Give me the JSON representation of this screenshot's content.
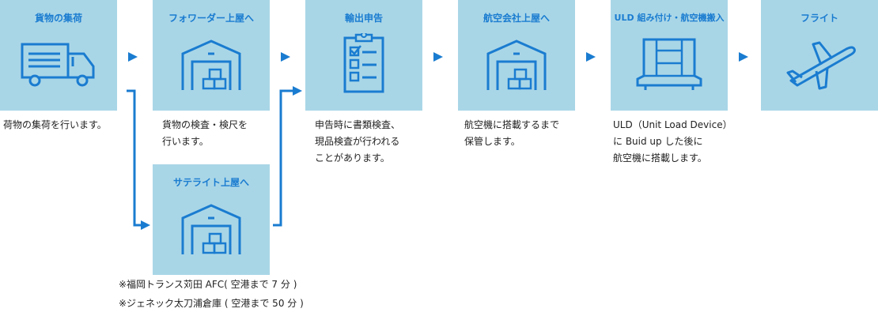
{
  "steps": [
    {
      "title": "貨物の集荷",
      "icon": "truck-icon",
      "desc": [
        "荷物の集荷を行います。"
      ]
    },
    {
      "title": "フォワーダー上屋へ",
      "icon": "warehouse-icon",
      "desc": [
        "貨物の検査・検尺を",
        "行います。"
      ]
    },
    {
      "title": "輸出申告",
      "icon": "clipboard-checklist-icon",
      "desc": [
        "申告時に書類検査、",
        "現品検査が行われる",
        "ことがあります。"
      ]
    },
    {
      "title": "航空会社上屋へ",
      "icon": "warehouse-icon",
      "desc": [
        "航空機に搭載するまで",
        "保管します。"
      ]
    },
    {
      "title": "ULD 組み付け・航空機搬入",
      "icon": "uld-container-icon",
      "desc": [
        "ULD（Unit Load Device）",
        "に Buid up した後に",
        "航空機に搭載します。"
      ]
    },
    {
      "title": "フライト",
      "icon": "airplane-icon",
      "desc": []
    }
  ],
  "satellite": {
    "title": "サテライト上屋へ",
    "icon": "warehouse-icon"
  },
  "notes": [
    "※福岡トランス苅田 AFC( 空港まで 7 分 )",
    "※ジェネック太刀浦倉庫 ( 空港まで 50 分 )"
  ],
  "colors": {
    "accent": "#1a7cd0",
    "box": "#a9d6e7"
  }
}
